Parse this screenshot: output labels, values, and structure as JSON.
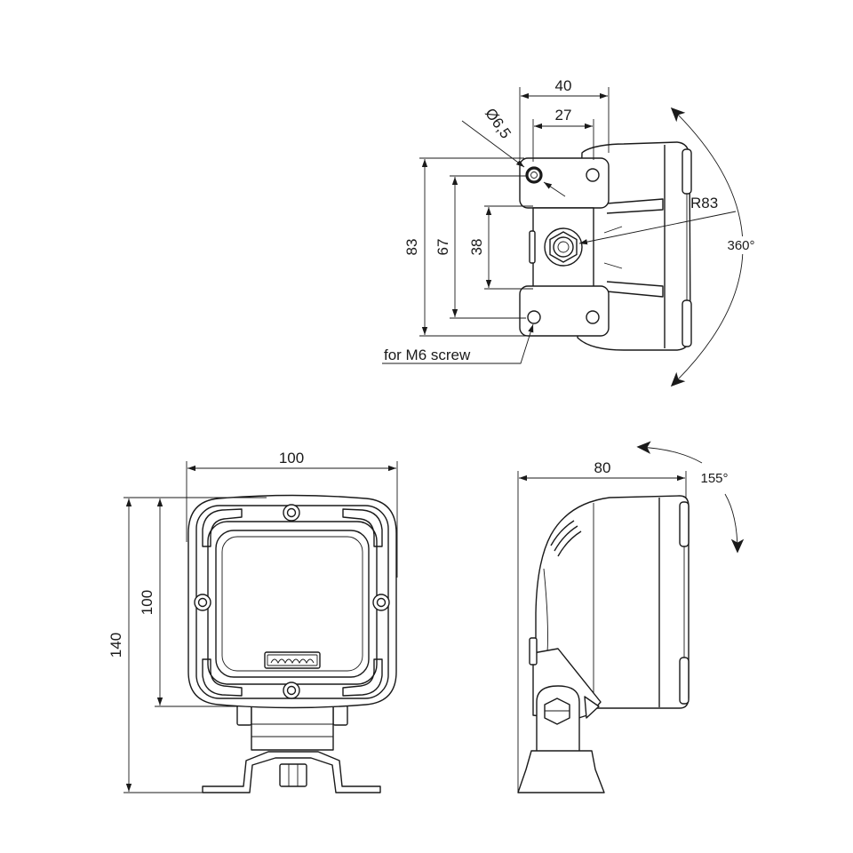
{
  "top_view": {
    "width_dim": "40",
    "hole_spacing_dim": "27",
    "hole_diameter_dim": "Ø6,5",
    "radius_dim": "R83",
    "rotation_angle": "360°",
    "height_dim": "83",
    "hole_pitch_dim": "67",
    "pivot_dim": "38",
    "screw_note": "for M6 screw"
  },
  "front_view": {
    "width_dim": "100",
    "total_height_dim": "140",
    "housing_height_dim": "100"
  },
  "side_view": {
    "depth_dim": "80",
    "tilt_angle": "155°"
  },
  "colors": {
    "line": "#1a1a1a",
    "background": "#ffffff"
  }
}
